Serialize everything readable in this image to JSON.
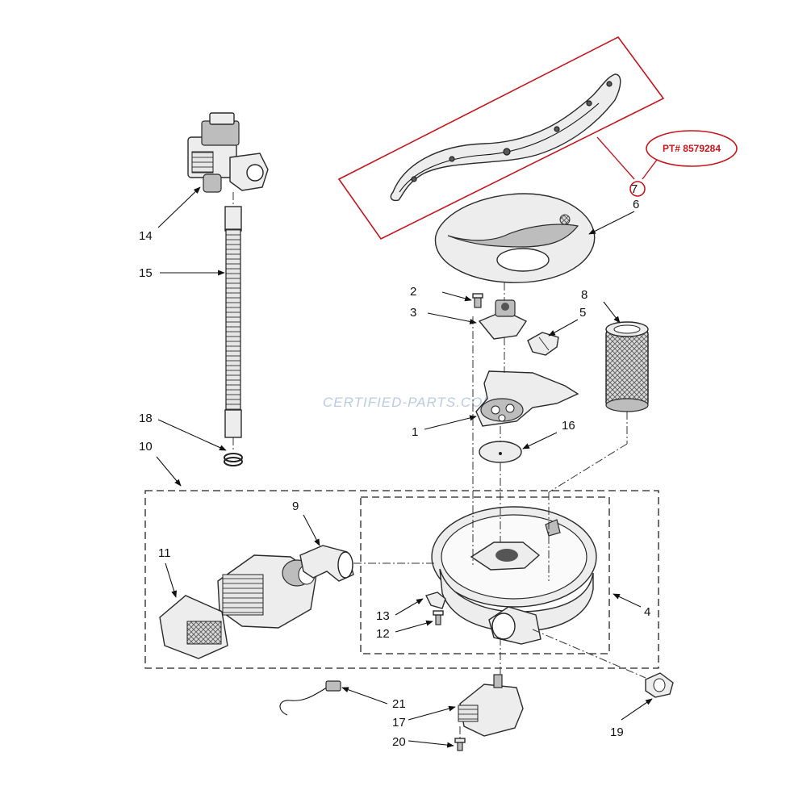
{
  "callouts": {
    "c1": "1",
    "c2": "2",
    "c3": "3",
    "c4": "4",
    "c5": "5",
    "c6": "6",
    "c7": "7",
    "c8": "8",
    "c9": "9",
    "c10": "10",
    "c11": "11",
    "c12": "12",
    "c13": "13",
    "c14": "14",
    "c15": "15",
    "c16": "16",
    "c17": "17",
    "c18": "18",
    "c19": "19",
    "c20": "20",
    "c21": "21"
  },
  "highlight": {
    "part_number_label": "PT# 8579284",
    "color": "#c4161c"
  },
  "watermark": "CERTIFIED-PARTS.COM"
}
